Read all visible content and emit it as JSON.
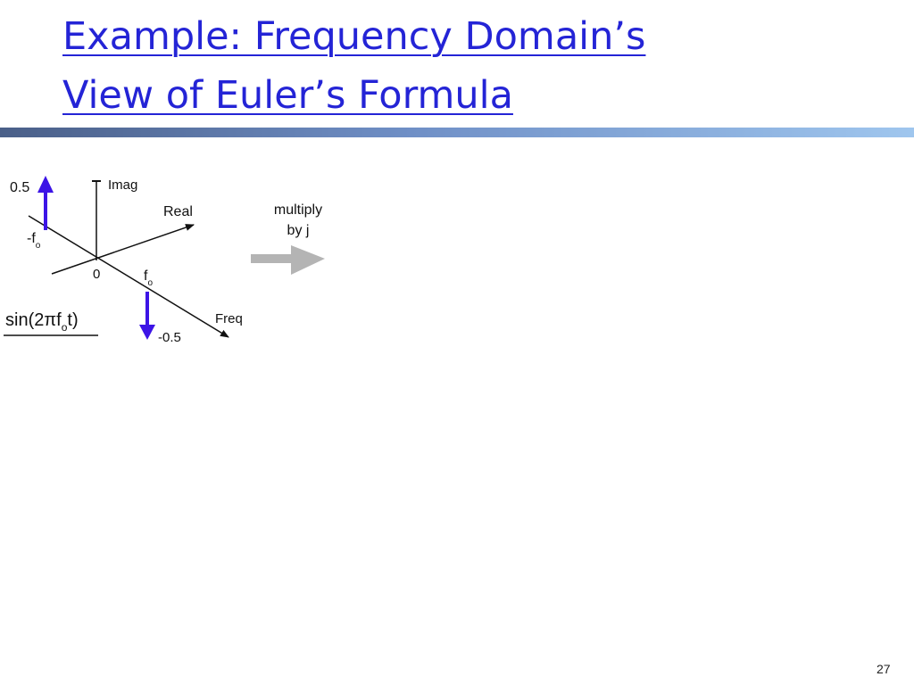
{
  "slide": {
    "title_line1": "Example: Frequency Domain’s",
    "title_line2": "View of Euler’s Formula",
    "page_number": "27"
  },
  "diagram": {
    "top_value": "0.5",
    "neg_freq": "-f",
    "freq_subscript": "o",
    "origin": "0",
    "pos_freq": "f",
    "bottom_value": "-0.5",
    "imag_axis": "Imag",
    "real_axis": "Real",
    "freq_axis": "Freq",
    "fn_prefix": "sin(2",
    "fn_pi": "π",
    "fn_f": "f",
    "fn_sub": "o",
    "fn_suffix": "t)",
    "arrow_line1": "multiply",
    "arrow_line2": "by j"
  },
  "colors": {
    "title": "#2424d6",
    "impulse": "#3c14e6",
    "arrow": "#b4b4b4"
  }
}
